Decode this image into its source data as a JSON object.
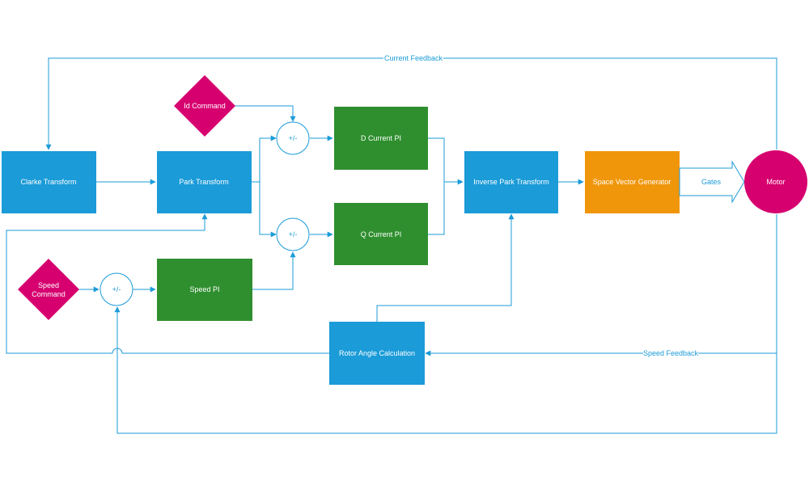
{
  "blocks": {
    "clarke": "Clarke Transform",
    "park": "Park Transform",
    "d_current_pi": "D Current PI",
    "q_current_pi": "Q Current PI",
    "inverse_park": "Inverse Park Transform",
    "svg": "Space Vector Generator",
    "motor": "Motor",
    "speed_pi": "Speed PI",
    "rotor_angle": "Rotor Angle Calculation",
    "id_command": "Id Command",
    "speed_command": [
      "Speed",
      "Command"
    ]
  },
  "summing_junction": "+/-",
  "signals": {
    "current_feedback": "Current Feedback",
    "speed_feedback": "Speed Feedback",
    "gates": "Gates"
  },
  "colors": {
    "blue_block": "#1b9bd8",
    "green_block": "#2f8f2f",
    "orange_block": "#f0960a",
    "magenta": "#d6006f",
    "wire": "#1b9bd8"
  }
}
